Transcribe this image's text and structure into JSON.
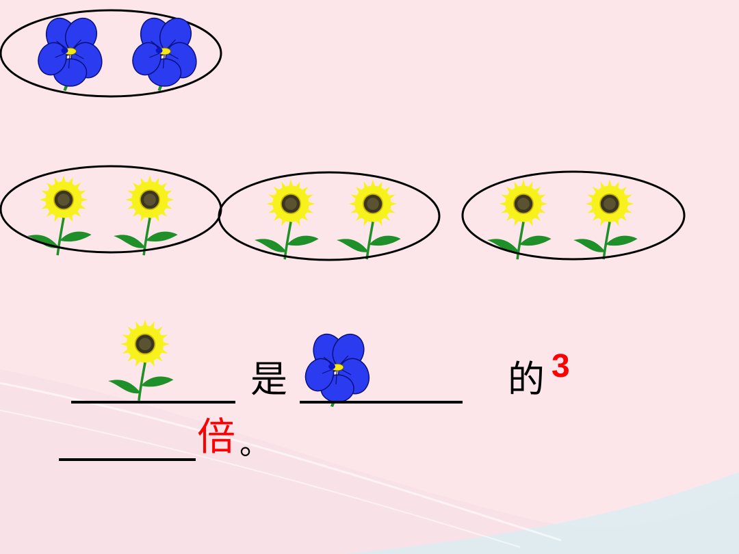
{
  "sentence": {
    "word_shi": "是",
    "word_de": "的",
    "number": "3",
    "word_bei": "倍",
    "period": "。"
  },
  "colors": {
    "background": "#fde6ea",
    "accent_red": "#ff0000",
    "blue_flower": "#2b3cf0",
    "sunflower_petal": "#f7f21c",
    "leaf_green": "#1f8f2a"
  },
  "icons": {
    "blue_flower": "blue-flower-icon",
    "sunflower": "sunflower-icon"
  }
}
